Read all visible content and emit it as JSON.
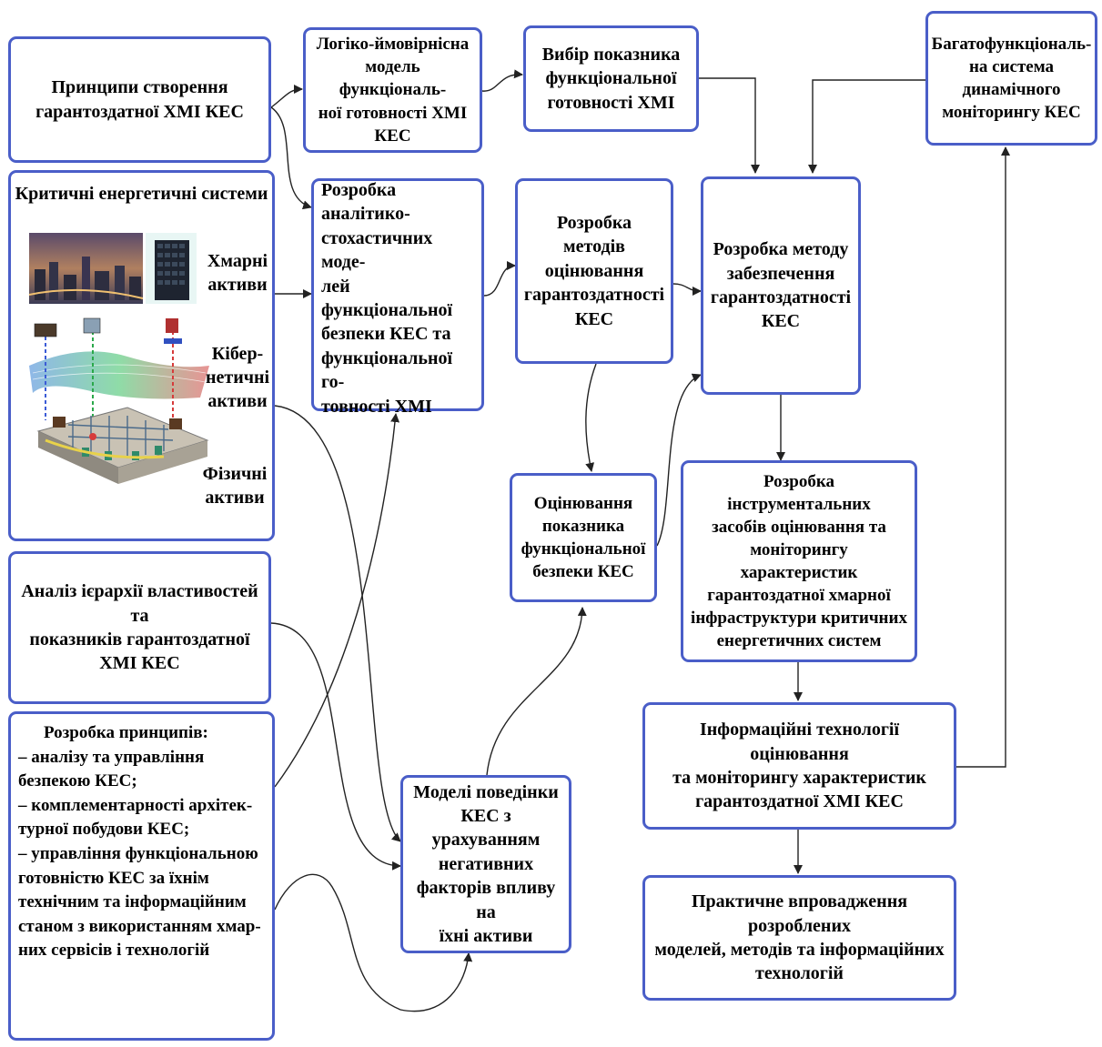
{
  "boxes": {
    "principles": [
      "Принципи створення",
      "гарантоздатної ХМІ КЕС"
    ],
    "logic_model": [
      "Логіко-ймовірнісна",
      "модель функціональ-",
      "ної готовності ХМІ",
      "КЕС"
    ],
    "indicator_choice": [
      "Вибір показника",
      "функціональної",
      "готовності ХМІ"
    ],
    "multifunction": [
      "Багатофункціональ-",
      "на система",
      "динамічного",
      "моніторингу КЕС"
    ],
    "analytic_models": [
      "Розробка аналітико-",
      "стохастичних моде-",
      "лей функціональної",
      "безпеки КЕС та",
      "функціональної го-",
      "товності ХМІ"
    ],
    "methods_dev": [
      "Розробка методів",
      "оцінювання",
      "гарантоздатності",
      "КЕС"
    ],
    "method_assurance": [
      "Розробка методу",
      "забезпечення",
      "гарантоздатності",
      "КЕС"
    ],
    "safety_eval": [
      "Оцінювання",
      "показника",
      "функціональної",
      "безпеки КЕС"
    ],
    "tools_dev": [
      "Розробка інструментальних",
      "засобів оцінювання та",
      "моніторингу характеристик",
      "гарантоздатної хмарної",
      "інфраструктури критичних",
      "енергетичних систем"
    ],
    "hierarchy": [
      "Аналіз ієрархії властивостей та",
      "показників гарантоздатної",
      "ХМІ КЕС"
    ],
    "behavior_models": [
      "Моделі поведінки",
      "КЕС з урахуванням",
      "негативних",
      "факторів впливу на",
      "їхні активи"
    ],
    "info_tech": [
      "Інформаційні технології оцінювання",
      "та моніторингу характеристик",
      "гарантоздатної ХМІ КЕС"
    ],
    "practical": [
      "Практичне впровадження розроблених",
      "моделей, методів та інформаційних",
      "технологій"
    ],
    "principles_dev": {
      "heading": "Розробка принципів:",
      "lines": [
        "–    аналізу    та    управління",
        "безпекою КЕС;",
        "–   комплементарності   архітек-",
        "турної побудови КЕС;",
        "–  управління  функціональною",
        "готовністю    КЕС    за    їхнім",
        "технічним    та    інформаційним",
        "станом з використанням хмар-",
        "них сервісів і технологій"
      ]
    }
  },
  "ces": {
    "title": "Критичні енергетичні системи",
    "cloud_label": [
      "Хмарні",
      "активи"
    ],
    "cyber_label": [
      "Кібер-",
      "нетичні",
      "активи"
    ],
    "physical_label": [
      "Фізичні",
      "активи"
    ]
  },
  "colors": {
    "border": "#4a5ec8",
    "arrow": "#222222"
  }
}
